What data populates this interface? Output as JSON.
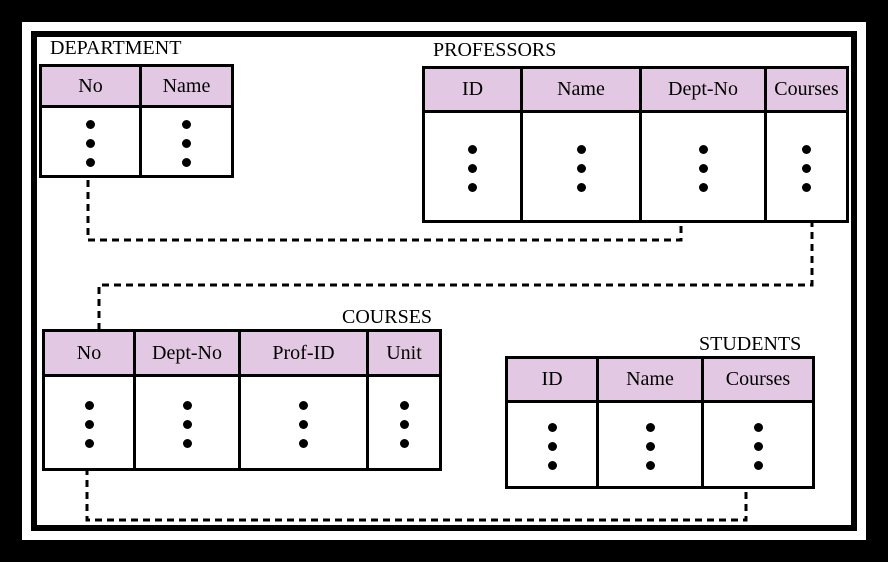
{
  "tables": {
    "department": {
      "title": "DEPARTMENT",
      "columns": [
        "No",
        "Name"
      ]
    },
    "professors": {
      "title": "PROFESSORS",
      "columns": [
        "ID",
        "Name",
        "Dept-No",
        "Courses"
      ]
    },
    "courses": {
      "title": "COURSES",
      "columns": [
        "No",
        "Dept-No",
        "Prof-ID",
        "Unit"
      ]
    },
    "students": {
      "title": "STUDENTS",
      "columns": [
        "ID",
        "Name",
        "Courses"
      ]
    }
  },
  "links": [
    {
      "from": "department.No",
      "to": "professors.Dept-No",
      "style": "dashed"
    },
    {
      "from": "professors.Courses",
      "to": "courses.No",
      "style": "dashed"
    },
    {
      "from": "courses.No",
      "to": "students.Courses",
      "style": "dashed"
    }
  ]
}
